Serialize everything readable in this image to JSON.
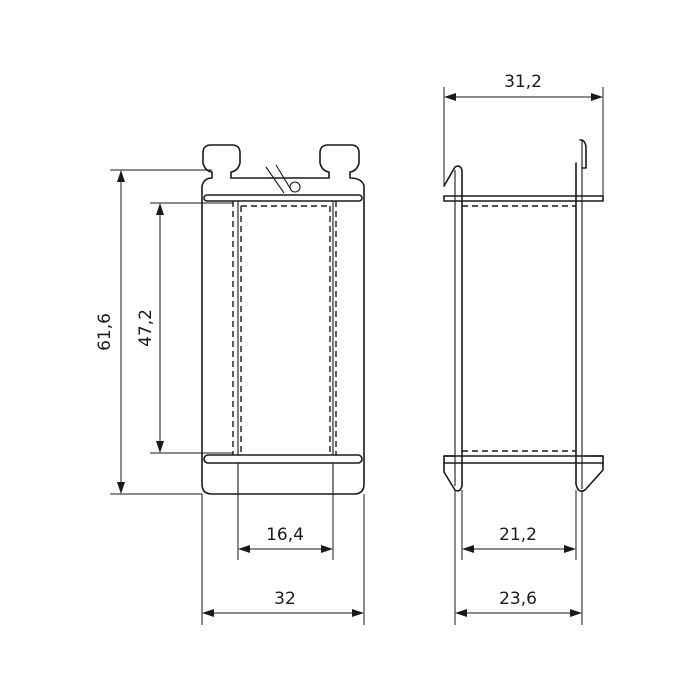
{
  "drawing": {
    "dimensions": {
      "front_height": "61,6",
      "front_inner_height": "47,2",
      "front_inner_width": "16,4",
      "front_width": "32",
      "side_top_width": "31,2",
      "side_inner_width": "21,2",
      "side_bottom_width": "23,6"
    }
  }
}
